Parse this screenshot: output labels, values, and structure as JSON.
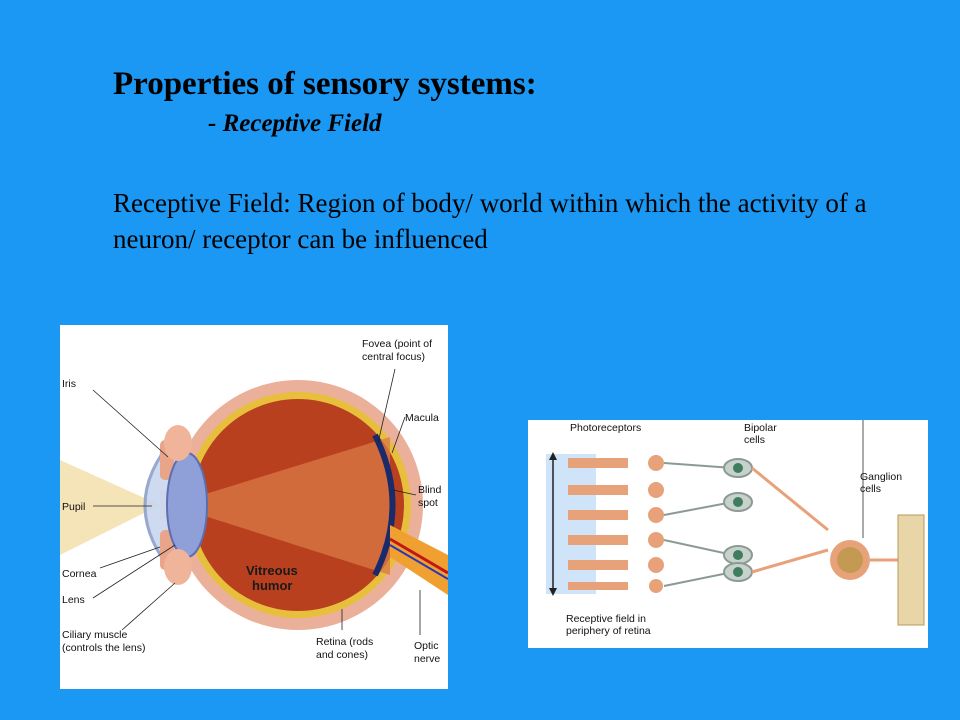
{
  "slide": {
    "title": "Properties of sensory systems:",
    "subtitle": "- Receptive Field",
    "definition": "Receptive Field:  Region of body/ world within which the activity of a neuron/ receptor can be influenced"
  },
  "eye_diagram": {
    "labels": {
      "fovea_1": "Fovea (point of",
      "fovea_2": "central focus)",
      "macula": "Macula",
      "iris": "Iris",
      "blind_1": "Blind",
      "blind_2": "spot",
      "pupil": "Pupil",
      "cornea": "Cornea",
      "lens": "Lens",
      "ciliary_1": "Ciliary muscle",
      "ciliary_2": "(controls the lens)",
      "vitreous_1": "Vitreous",
      "vitreous_2": "humor",
      "retina_1": "Retina (rods",
      "retina_2": "and cones)",
      "optic_1": "Optic",
      "optic_2": "nerve"
    }
  },
  "retina_diagram": {
    "labels": {
      "photoreceptors": "Photoreceptors",
      "bipolar_1": "Bipolar",
      "bipolar_2": "cells",
      "ganglion_1": "Ganglion",
      "ganglion_2": "cells",
      "rf_1": "Receptive field in",
      "rf_2": "periphery of retina"
    }
  },
  "colors": {
    "background": "#1a98f4",
    "eyeball": "#b8401e",
    "sclera": "#eab09a",
    "lens": "#8fa0d8",
    "cell": "#e8a27a",
    "cell_nucleus": "#3f7d5e",
    "ganglion_nucleus": "#c49a52"
  }
}
